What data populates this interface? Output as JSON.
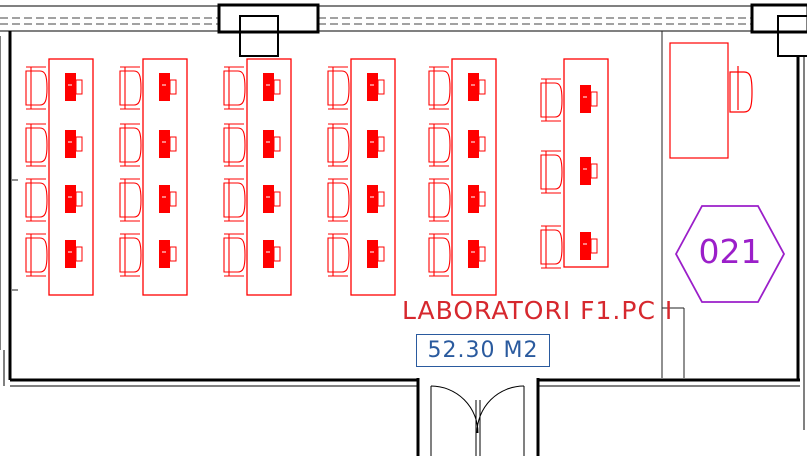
{
  "room": {
    "name": "LABORATORI  F1.PC  I",
    "area": "52.30 M2",
    "number": "021"
  },
  "layout": {
    "desk_columns": 6,
    "stations_per_column": [
      4,
      4,
      4,
      4,
      4,
      3
    ],
    "teacher_desk": 1,
    "door": "double-swing"
  },
  "colors": {
    "wall": "#000000",
    "furniture": "#ff0000",
    "room_name": "#d6282e",
    "area_text": "#2a5a9e",
    "room_number": "#9b1fc9",
    "thin_line": "#222222"
  }
}
